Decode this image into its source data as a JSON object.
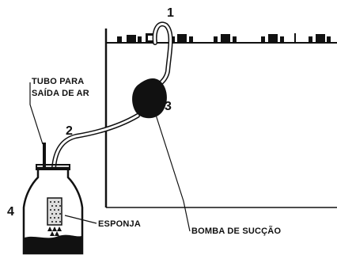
{
  "labels": {
    "callout_1": "1",
    "callout_2": "2",
    "callout_3": "3",
    "callout_4": "4",
    "air_outlet_tube_line1": "TUBO PARA",
    "air_outlet_tube_line2": "SAÍDA DE AR",
    "sponge": "ESPONJA",
    "suction_pump": "BOMBA DE SUCÇÃO"
  },
  "colors": {
    "ink": "#111111",
    "background": "#ffffff"
  }
}
